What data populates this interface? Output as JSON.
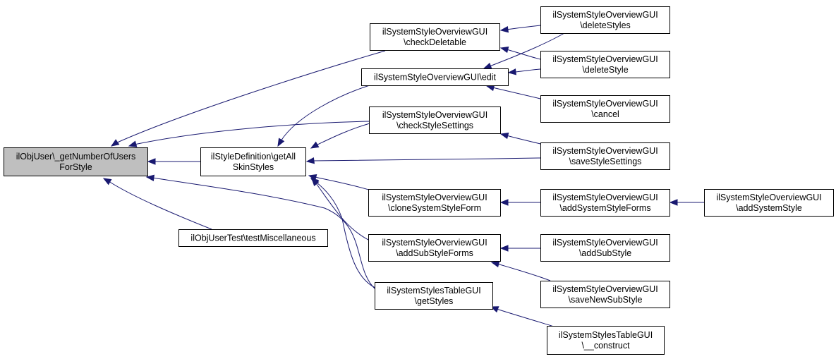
{
  "diagram": {
    "type": "call-graph",
    "edge_color": "#191970",
    "highlight_color": "#bfbfbf",
    "nodes": [
      {
        "id": "root",
        "lines": [
          "ilObjUser\\_getNumberOfUsers",
          "ForStyle"
        ],
        "highlight": true
      },
      {
        "id": "getAllSkinStyles",
        "lines": [
          "ilStyleDefinition\\getAll",
          "SkinStyles"
        ]
      },
      {
        "id": "testMisc",
        "lines": [
          "ilObjUserTest\\testMiscellaneous"
        ]
      },
      {
        "id": "checkDeletable",
        "lines": [
          "ilSystemStyleOverviewGUI",
          "\\checkDeletable"
        ]
      },
      {
        "id": "edit",
        "lines": [
          "ilSystemStyleOverviewGUI\\edit"
        ]
      },
      {
        "id": "checkStyleSettings",
        "lines": [
          "ilSystemStyleOverviewGUI",
          "\\checkStyleSettings"
        ]
      },
      {
        "id": "cloneSystemStyleForm",
        "lines": [
          "ilSystemStyleOverviewGUI",
          "\\cloneSystemStyleForm"
        ]
      },
      {
        "id": "addSubStyleForms",
        "lines": [
          "ilSystemStyleOverviewGUI",
          "\\addSubStyleForms"
        ]
      },
      {
        "id": "getStyles",
        "lines": [
          "ilSystemStylesTableGUI",
          "\\getStyles"
        ]
      },
      {
        "id": "deleteStyles",
        "lines": [
          "ilSystemStyleOverviewGUI",
          "\\deleteStyles"
        ]
      },
      {
        "id": "deleteStyle",
        "lines": [
          "ilSystemStyleOverviewGUI",
          "\\deleteStyle"
        ]
      },
      {
        "id": "cancel",
        "lines": [
          "ilSystemStyleOverviewGUI",
          "\\cancel"
        ]
      },
      {
        "id": "saveStyleSettings",
        "lines": [
          "ilSystemStyleOverviewGUI",
          "\\saveStyleSettings"
        ]
      },
      {
        "id": "addSystemStyleForms",
        "lines": [
          "ilSystemStyleOverviewGUI",
          "\\addSystemStyleForms"
        ]
      },
      {
        "id": "addSubStyle",
        "lines": [
          "ilSystemStyleOverviewGUI",
          "\\addSubStyle"
        ]
      },
      {
        "id": "saveNewSubStyle",
        "lines": [
          "ilSystemStyleOverviewGUI",
          "\\saveNewSubStyle"
        ]
      },
      {
        "id": "construct",
        "lines": [
          "ilSystemStylesTableGUI",
          "\\__construct"
        ]
      },
      {
        "id": "addSystemStyle",
        "lines": [
          "ilSystemStyleOverviewGUI",
          "\\addSystemStyle"
        ]
      }
    ],
    "edges": [
      {
        "from": "checkDeletable",
        "to": "root"
      },
      {
        "from": "checkStyleSettings",
        "to": "root"
      },
      {
        "from": "getAllSkinStyles",
        "to": "root"
      },
      {
        "from": "testMisc",
        "to": "root"
      },
      {
        "from": "getStyles",
        "to": "root"
      },
      {
        "from": "edit",
        "to": "getAllSkinStyles"
      },
      {
        "from": "checkStyleSettings",
        "to": "getAllSkinStyles"
      },
      {
        "from": "saveStyleSettings",
        "to": "getAllSkinStyles"
      },
      {
        "from": "cloneSystemStyleForm",
        "to": "getAllSkinStyles"
      },
      {
        "from": "addSubStyleForms",
        "to": "getAllSkinStyles"
      },
      {
        "from": "getStyles",
        "to": "getAllSkinStyles"
      },
      {
        "from": "deleteStyles",
        "to": "checkDeletable"
      },
      {
        "from": "deleteStyle",
        "to": "checkDeletable"
      },
      {
        "from": "deleteStyles",
        "to": "edit"
      },
      {
        "from": "deleteStyle",
        "to": "edit"
      },
      {
        "from": "cancel",
        "to": "edit"
      },
      {
        "from": "saveStyleSettings",
        "to": "checkStyleSettings"
      },
      {
        "from": "addSystemStyleForms",
        "to": "cloneSystemStyleForm"
      },
      {
        "from": "addSystemStyle",
        "to": "addSystemStyleForms"
      },
      {
        "from": "addSubStyle",
        "to": "addSubStyleForms"
      },
      {
        "from": "saveNewSubStyle",
        "to": "addSubStyleForms"
      },
      {
        "from": "construct",
        "to": "getStyles"
      }
    ]
  }
}
